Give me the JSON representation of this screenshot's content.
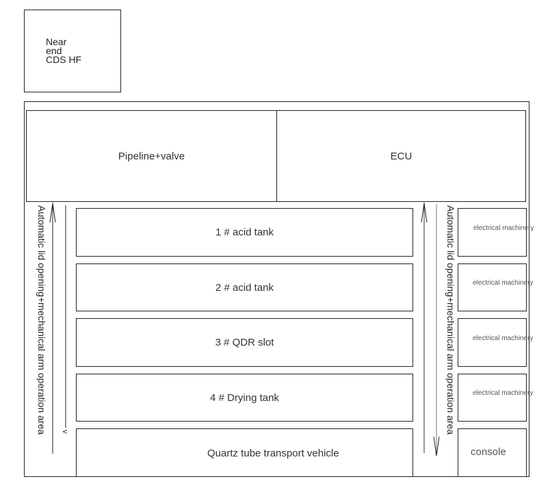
{
  "diagram": {
    "near_end_box": {
      "lines": [
        "Near",
        "end",
        "CDS HF"
      ]
    },
    "top_row": {
      "left": "Pipeline+valve",
      "right": "ECU"
    },
    "tanks": [
      "1 # acid tank",
      "2 # acid tank",
      "3 # QDR slot",
      "4 # Drying tank",
      "Quartz tube transport vehicle"
    ],
    "side_units": [
      "electrical machinery",
      "electrical machinery",
      "electrical machinery",
      "electrical machinery",
      "console"
    ],
    "left_area_label": "Automatic lid opening+mechanical arm operation area",
    "right_area_label": "Automatic lid opening+mechanical arm operation area",
    "left_small_mark": "v"
  }
}
